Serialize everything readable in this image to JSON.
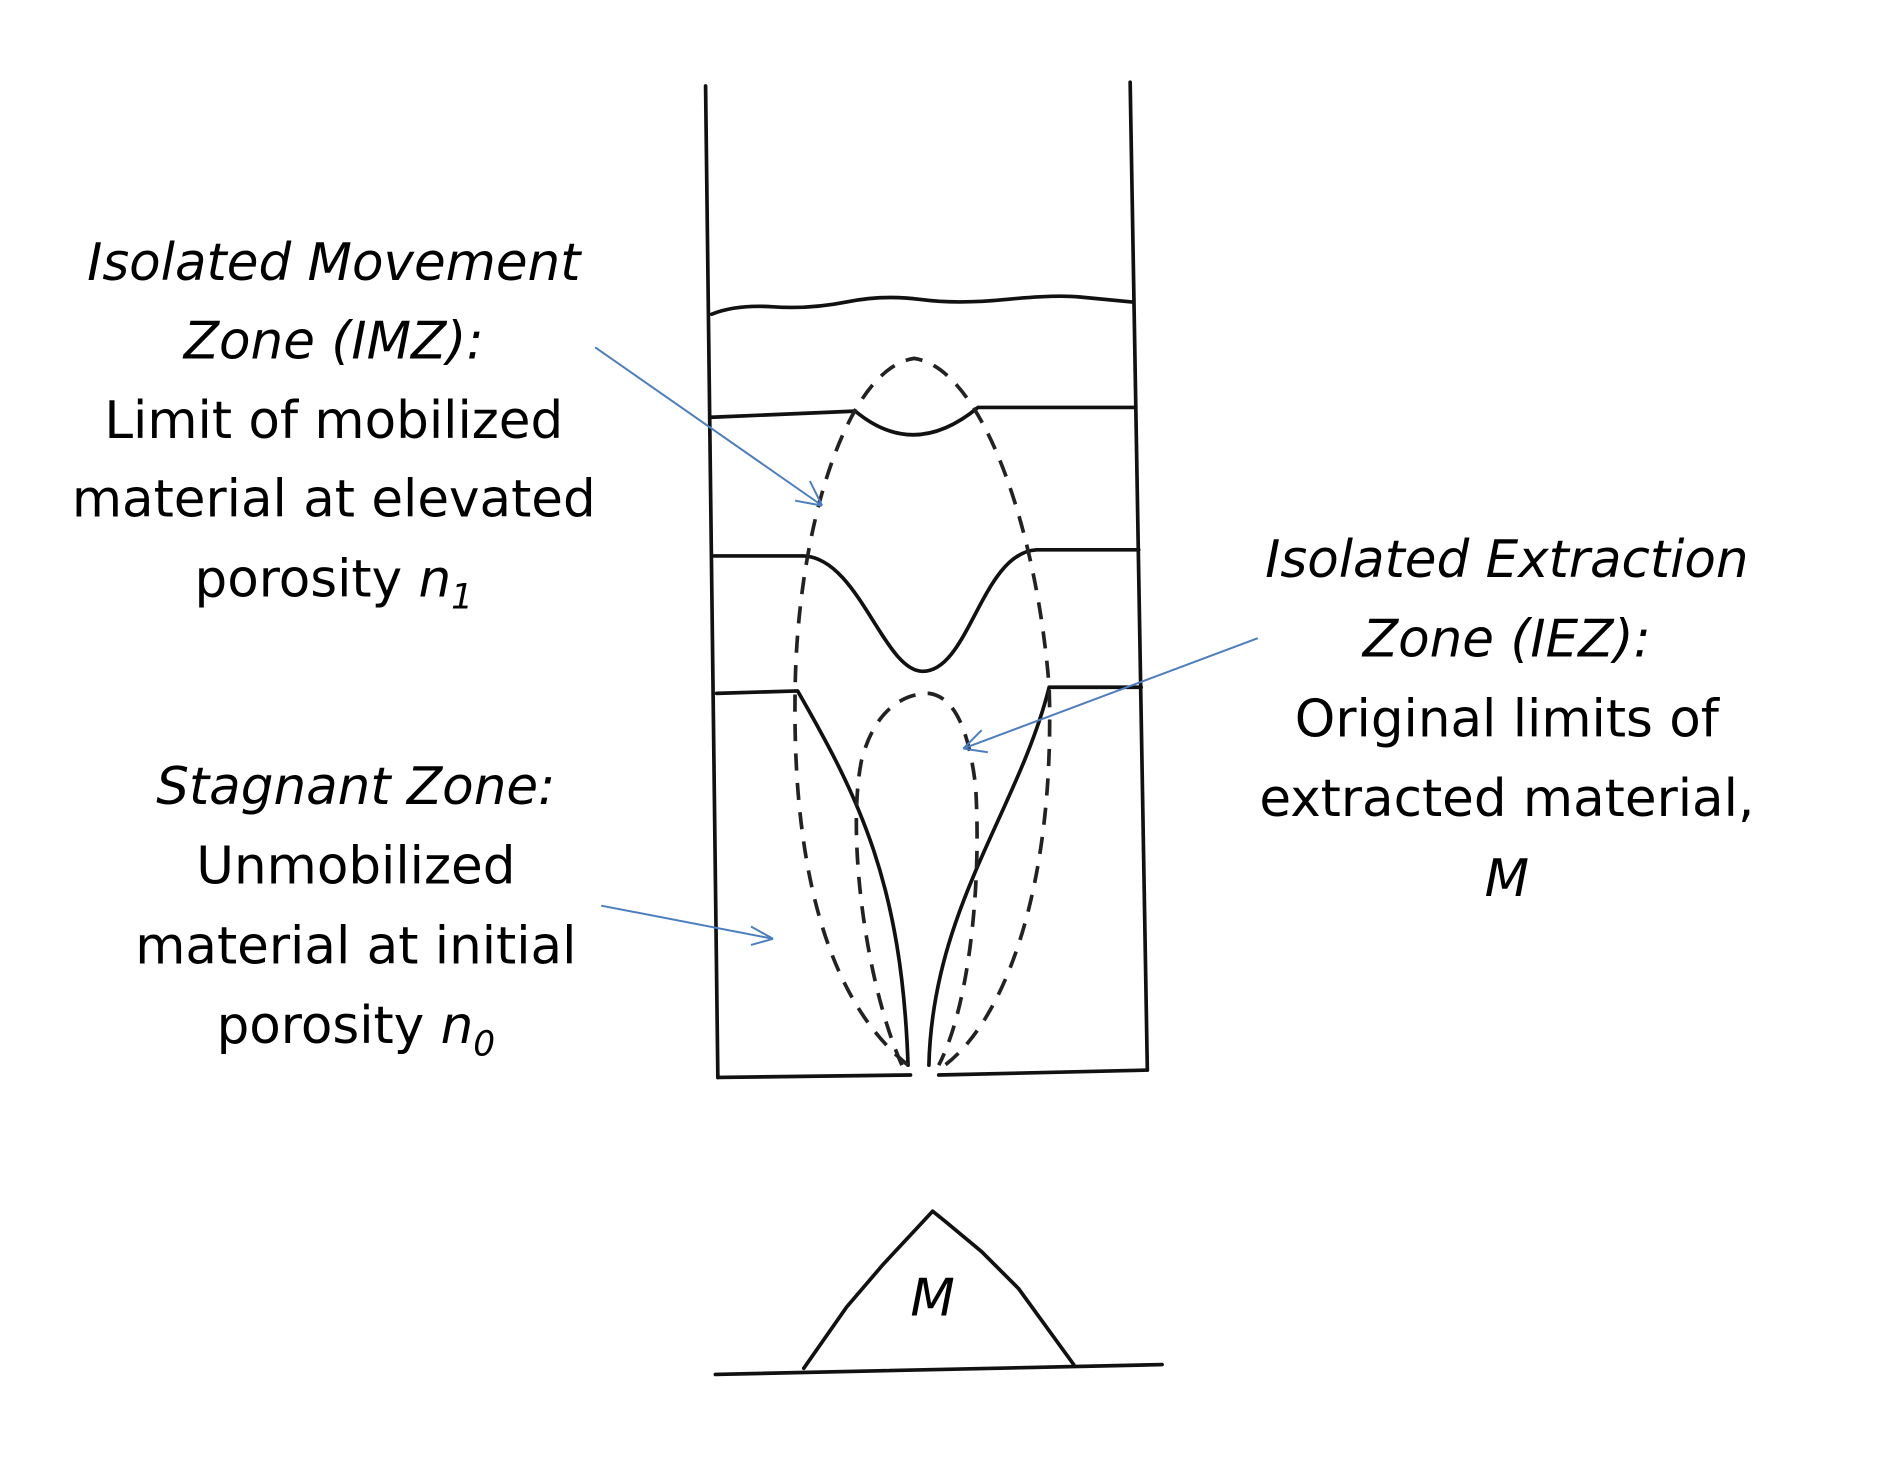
{
  "imz": {
    "title_line1": "Isolated Movement",
    "title_line2": "Zone (IMZ):",
    "line3": "Limit of mobilized",
    "line4": "material at elevated",
    "line5": "porosity ",
    "var": "n",
    "sub": "1"
  },
  "stagnant": {
    "title": "Stagnant Zone:",
    "line2": "Unmobilized",
    "line3": "material at initial",
    "line4": "porosity ",
    "var": "n",
    "sub": "0"
  },
  "iez": {
    "title_line1": "Isolated Extraction",
    "title_line2": "Zone (IEZ):",
    "line3": "Original limits of",
    "line4": "extracted material,",
    "line5": "M"
  },
  "pile_label": "M",
  "colors": {
    "arrow": "#4a7ebf",
    "ink": "#111111"
  }
}
